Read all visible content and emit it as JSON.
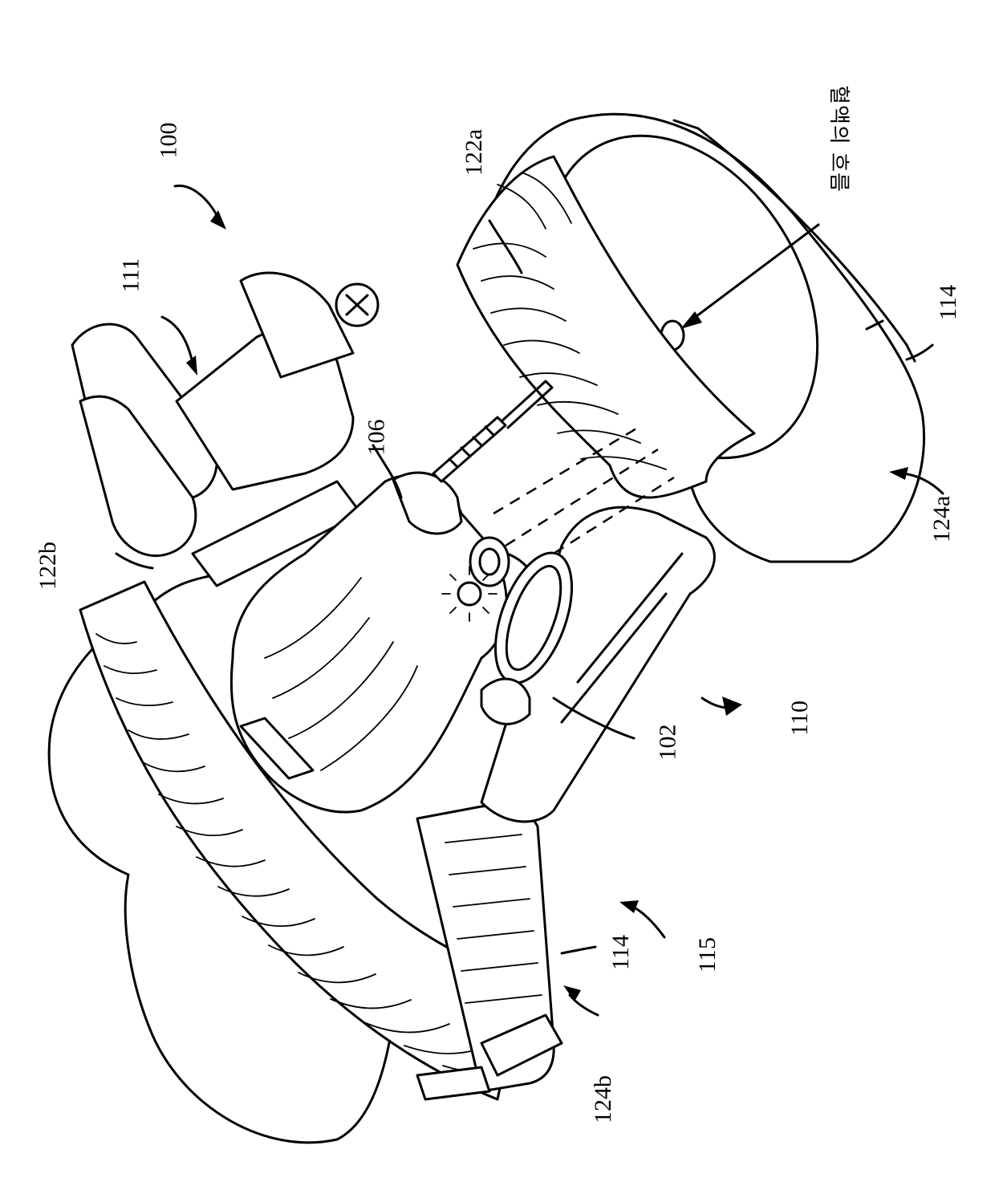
{
  "figure": {
    "labels": {
      "assembly": "100",
      "pump": "111",
      "sensor": "106",
      "light_source": "102",
      "stabilizer": "110",
      "foot_stabilizer": "115",
      "strap_upper": "122a",
      "strap_lower": "122b",
      "buckle_upper": "124a",
      "buckle_lower": "124b",
      "shell_upper": "114",
      "shell_lower": "114"
    },
    "blood_flow_label": "혈액의 흐름"
  }
}
